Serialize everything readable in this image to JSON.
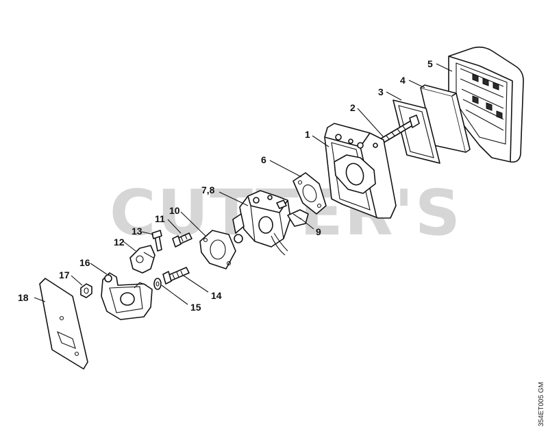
{
  "watermark": "CUTTER'S",
  "drawing_code": "354ET005 GM",
  "callouts": {
    "c1": "1",
    "c2": "2",
    "c3": "3",
    "c4": "4",
    "c5": "5",
    "c6": "6",
    "c78": "7,8",
    "c9": "9",
    "c10": "10",
    "c11": "11",
    "c12": "12",
    "c13": "13",
    "c14": "14",
    "c15": "15",
    "c16": "16",
    "c17": "17",
    "c18": "18"
  }
}
